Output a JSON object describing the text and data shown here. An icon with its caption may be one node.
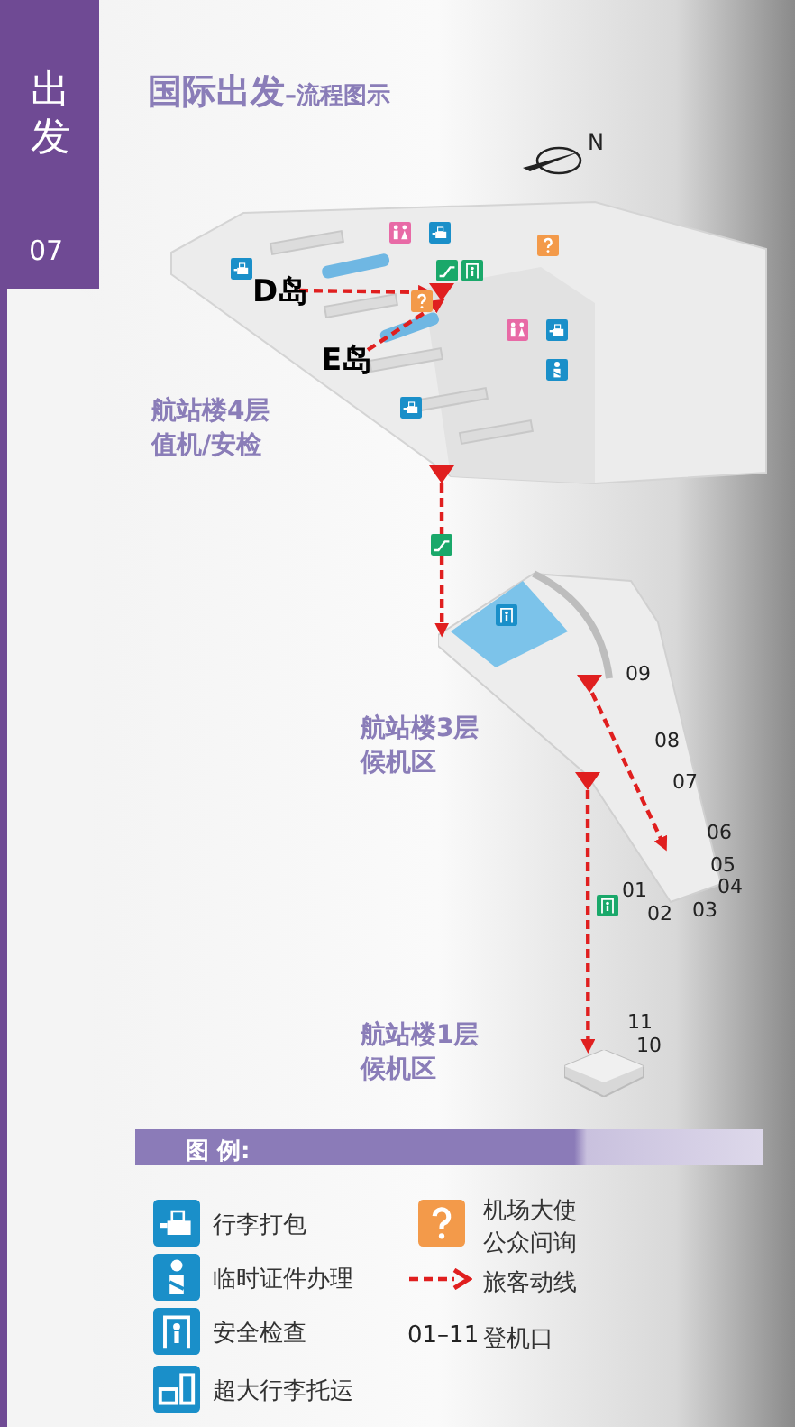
{
  "diagram": {
    "title": "**国际出发**–流程图示",
    "nodes": [
      {
        "text": [
          "D岛"
        ]
      },
      {
        "text": [
          "E岛"
        ]
      },
      {
        "text": [],
        "shape": "triangle"
      },
      {
        "text": [],
        "shape": "triangle"
      },
      {
        "text": [],
        "shape": "box"
      },
      {
        "text": [],
        "shape": "triangle",
        "in": 4
      },
      {
        "text": [],
        "shape": "triangle",
        "in": 4
      },
      {
        "text": [],
        "shape": "box"
      }
    ],
    "edges": [
      {
        "from": 0,
        "to": 2,
        "arrow": "to",
        "style": "dashed"
      },
      {
        "from": 1,
        "to": 2,
        "arrow": "to",
        "style": "dashed"
      },
      {
        "from": 3,
        "to": 4,
        "arrow": "to",
        "style": "dashed"
      },
      {
        "from": 5,
        "to": null,
        "arrow": "to",
        "style": "dashed"
      },
      {
        "from": 6,
        "to": 7,
        "arrow": "to",
        "style": "dashed"
      }
    ],
    "labels": [
      "出发",
      "07",
      "N",
      "航站楼4层值机/安检",
      "09",
      "08",
      "07",
      "06",
      "05",
      "04",
      "01",
      "02",
      "03",
      "航站楼3层候机区",
      "11",
      "10",
      "航站楼1层候机区",
      "图 例:",
      "01–11"
    ],
    "legend": [
      {
        "text": "行李打包"
      },
      {
        "text": "临时证件办理"
      },
      {
        "text": "安全检查"
      },
      {
        "text": "超大行李托运"
      },
      {
        "text": "机场大使公众问询"
      },
      {
        "text": "旅客动线"
      },
      {
        "text": "登机口"
      }
    ]
  }
}
